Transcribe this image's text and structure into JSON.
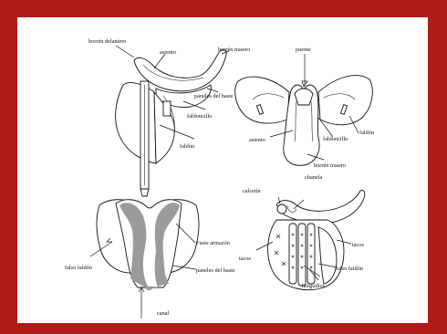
{
  "figure": {
    "side_view": {
      "labels": {
        "pommel": "borrén delantero",
        "seat": "asiento",
        "cantle": "borrén trasero",
        "panels": "paneles del baste",
        "knee_flap": "faldoncillo",
        "flap": "faldón"
      }
    },
    "top_view": {
      "labels": {
        "bridge": "puente",
        "seat": "asiento",
        "knee_flap": "faldoncillo",
        "flap": "faldón",
        "cantle": "borrén trasero"
      }
    },
    "underside_view": {
      "labels": {
        "tree": "Fuste armazón",
        "false_flap": "falso faldón",
        "panels": "paneles del baste",
        "channel": "canal"
      }
    },
    "open_view": {
      "labels": {
        "stirrup_bar": "calcetín",
        "saddle_seat": "chanela",
        "blocks_left": "tacos",
        "blocks_right": "tacos",
        "false_flap": "falso faldón",
        "billets": "latiguillos"
      }
    }
  }
}
